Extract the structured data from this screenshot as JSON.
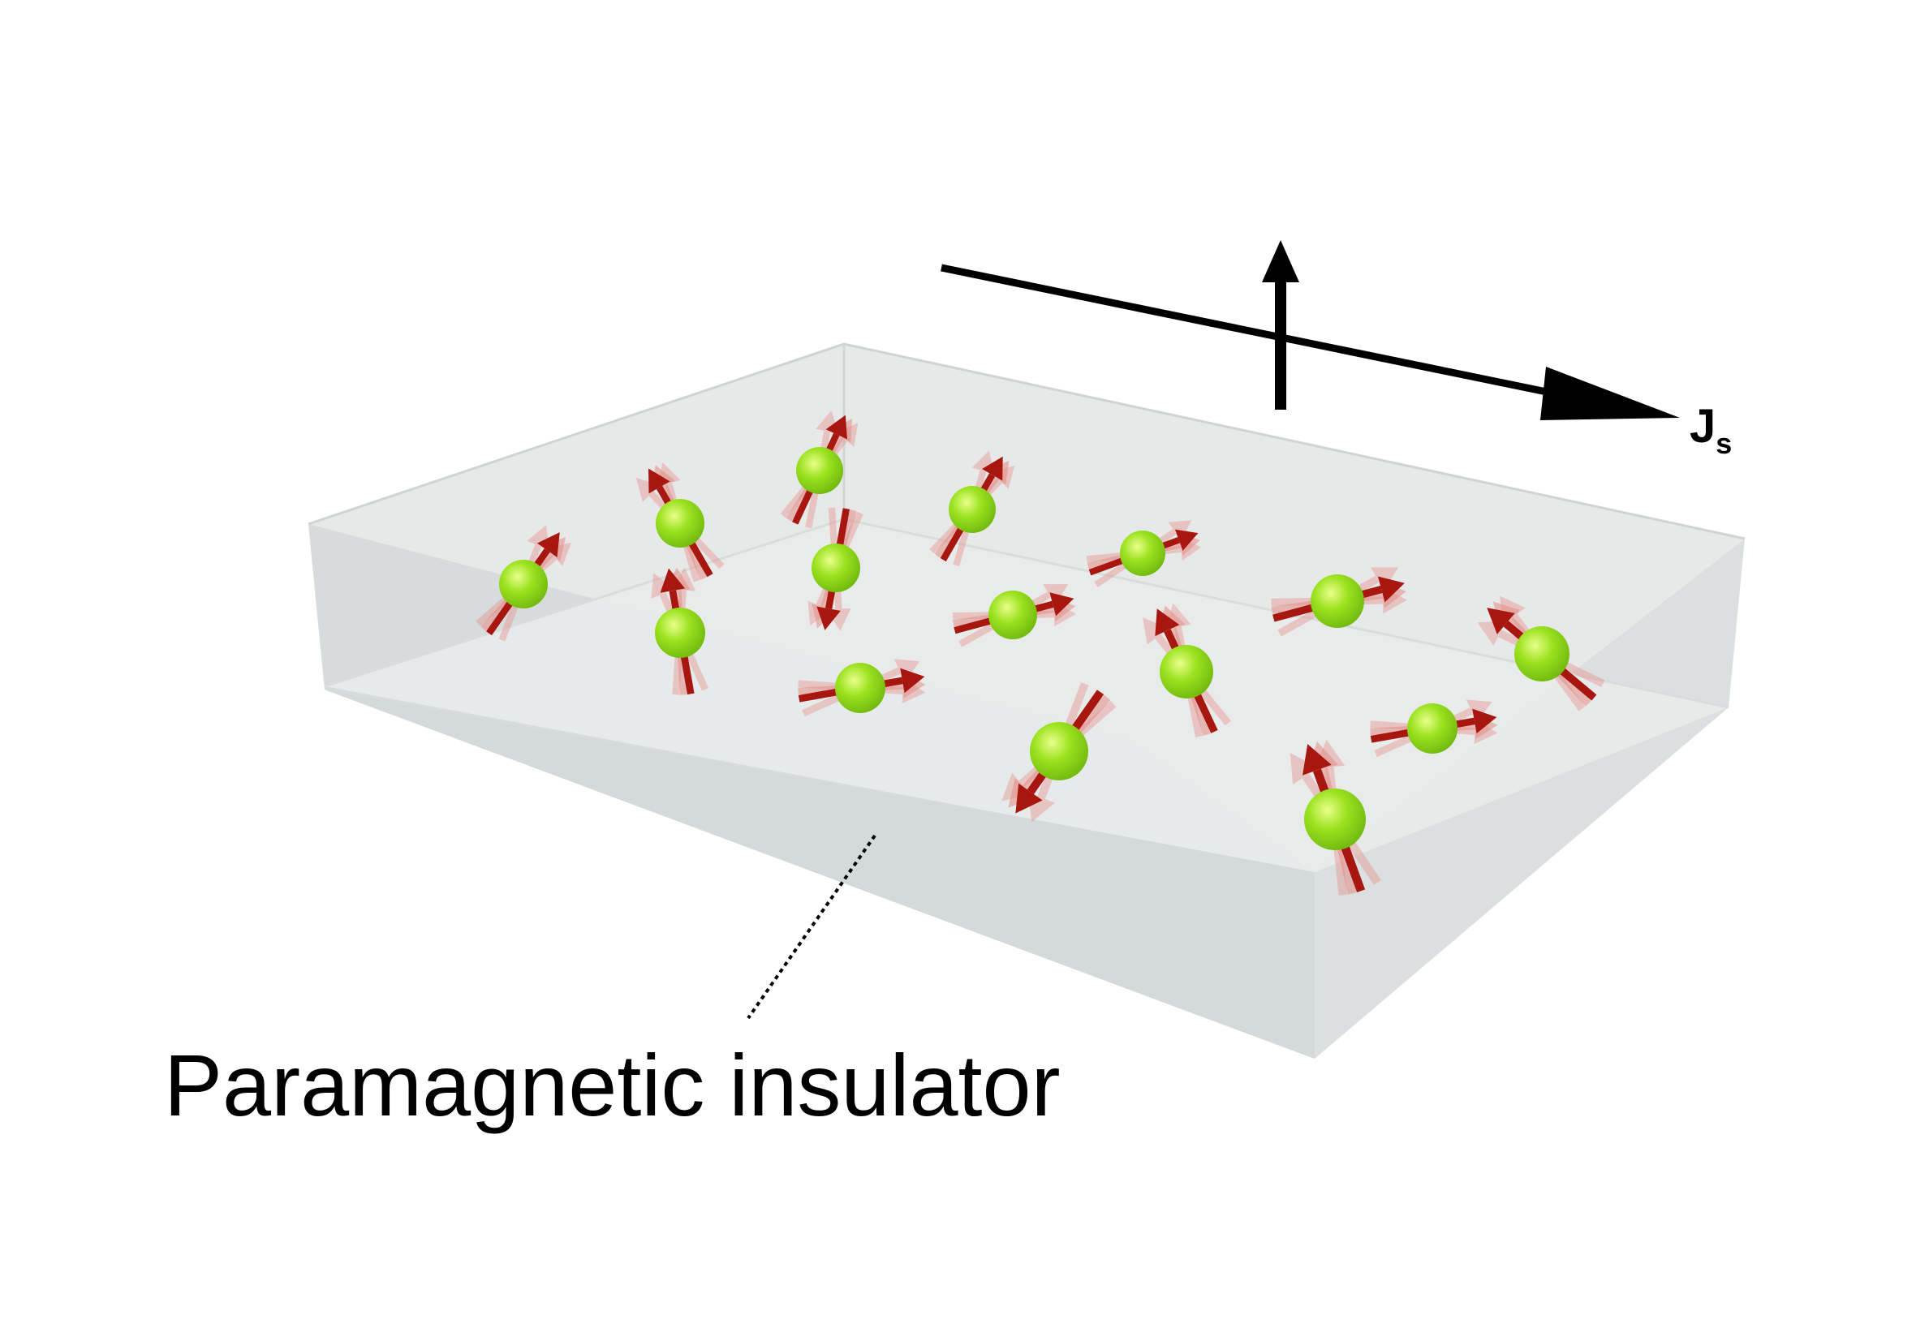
{
  "diagram": {
    "material_label": "Paramagnetic insulator",
    "current_label_main": "J",
    "current_label_sub": "s",
    "colors": {
      "background": "#ffffff",
      "slab_top": "#e7e9e9",
      "slab_front": "#d6dadb",
      "slab_side": "#dcdfe0",
      "slab_edge": "#c7cbcc",
      "sphere": "#9be21f",
      "sphere_highlight": "#e9ff8a",
      "spin_arrow": "#a8170f",
      "spin_arrow_ghost": "#e58c86",
      "axis_arrow": "#000000",
      "text": "#000000"
    },
    "icons": {
      "spin": "red-arrow-through-green-sphere",
      "current_direction": "black-arrow-with-vertical-spin-arrow"
    }
  }
}
